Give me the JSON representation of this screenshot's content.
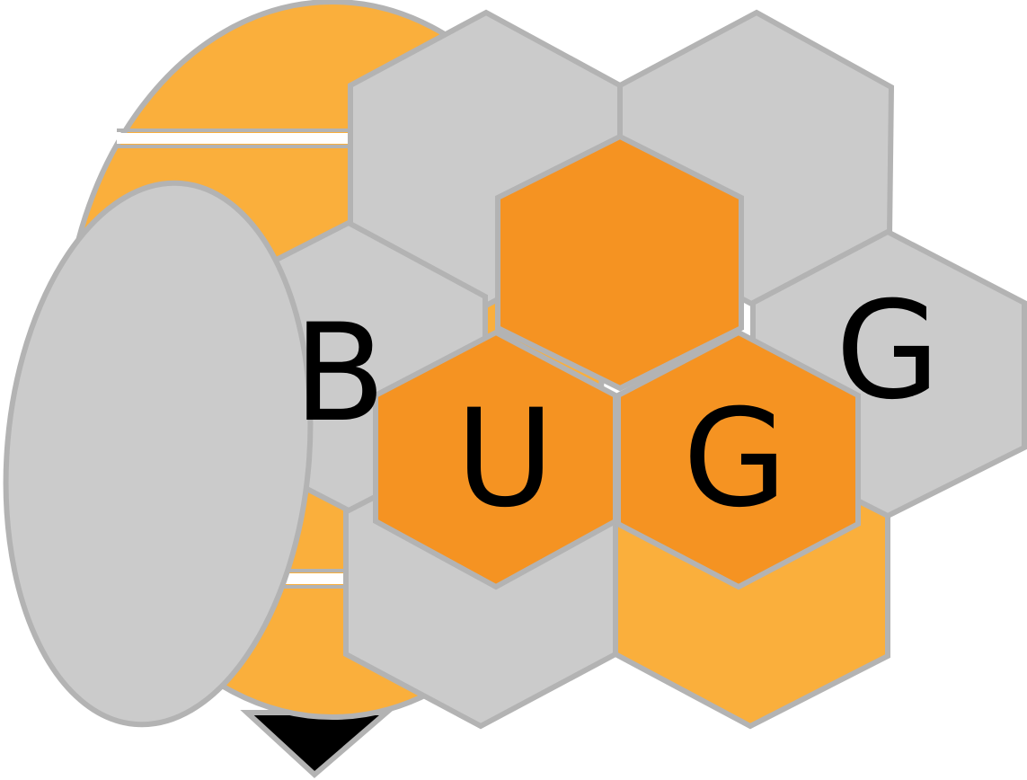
{
  "logo": {
    "letters": {
      "b": "B",
      "u": "U",
      "g_orange": "G",
      "g_grey": "G"
    },
    "colors": {
      "body_orange": "#FAAF3C",
      "hex_orange": "#F59322",
      "hex_grey": "#CBCBCB",
      "outline": "#B3B3B3",
      "stinger": "#000000",
      "text": "#000000",
      "background": "#FFFFFF"
    },
    "icon_names": [
      "bee-body",
      "bee-wing",
      "bee-stinger",
      "honeycomb-hexagons"
    ]
  }
}
